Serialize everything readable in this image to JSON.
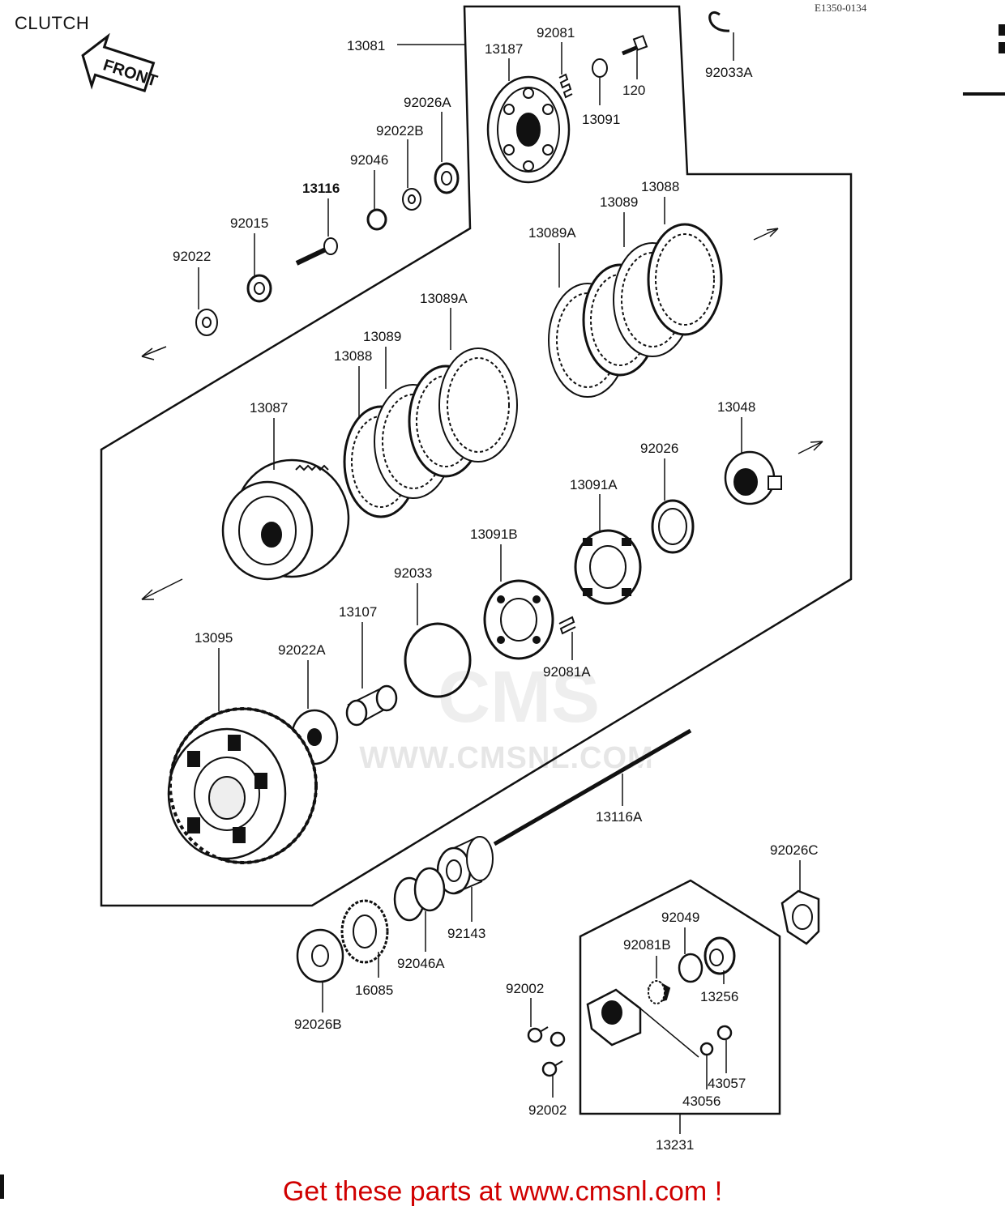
{
  "header": {
    "title": "CLUTCH",
    "ref_code": "E1350-0134",
    "front_label": "FRONT"
  },
  "watermark": {
    "brand": "CMS",
    "url": "WWW.CMSNL.COM"
  },
  "footer": {
    "text": "Get these parts at www.cmsnl.com !"
  },
  "callouts": [
    {
      "id": "c13081",
      "text": "13081"
    },
    {
      "id": "c13187",
      "text": "13187"
    },
    {
      "id": "c92081",
      "text": "92081"
    },
    {
      "id": "c120",
      "text": "120"
    },
    {
      "id": "c13091",
      "text": "13091"
    },
    {
      "id": "c92033A",
      "text": "92033A"
    },
    {
      "id": "c92026A",
      "text": "92026A"
    },
    {
      "id": "c92022B",
      "text": "92022B"
    },
    {
      "id": "c92046",
      "text": "92046"
    },
    {
      "id": "c13116",
      "text": "13116"
    },
    {
      "id": "c92015",
      "text": "92015"
    },
    {
      "id": "c92022",
      "text": "92022"
    },
    {
      "id": "c13088a",
      "text": "13088"
    },
    {
      "id": "c13089a",
      "text": "13089"
    },
    {
      "id": "c13089Aa",
      "text": "13089A"
    },
    {
      "id": "c13089Ab",
      "text": "13089A"
    },
    {
      "id": "c13089b",
      "text": "13089"
    },
    {
      "id": "c13088b",
      "text": "13088"
    },
    {
      "id": "c13087",
      "text": "13087"
    },
    {
      "id": "c13048",
      "text": "13048"
    },
    {
      "id": "c92026",
      "text": "92026"
    },
    {
      "id": "c13091A",
      "text": "13091A"
    },
    {
      "id": "c13091B",
      "text": "13091B"
    },
    {
      "id": "c92033",
      "text": "92033"
    },
    {
      "id": "c13107",
      "text": "13107"
    },
    {
      "id": "c13095",
      "text": "13095"
    },
    {
      "id": "c92022A",
      "text": "92022A"
    },
    {
      "id": "c92081A",
      "text": "92081A"
    },
    {
      "id": "c13116A",
      "text": "13116A"
    },
    {
      "id": "c92026C",
      "text": "92026C"
    },
    {
      "id": "c92049",
      "text": "92049"
    },
    {
      "id": "c92081B",
      "text": "92081B"
    },
    {
      "id": "c13256",
      "text": "13256"
    },
    {
      "id": "c92143",
      "text": "92143"
    },
    {
      "id": "c92046A",
      "text": "92046A"
    },
    {
      "id": "c16085",
      "text": "16085"
    },
    {
      "id": "c92026B",
      "text": "92026B"
    },
    {
      "id": "c92002a",
      "text": "92002"
    },
    {
      "id": "c92002b",
      "text": "92002"
    },
    {
      "id": "c43057",
      "text": "43057"
    },
    {
      "id": "c43056",
      "text": "43056"
    },
    {
      "id": "c13231",
      "text": "13231"
    }
  ]
}
